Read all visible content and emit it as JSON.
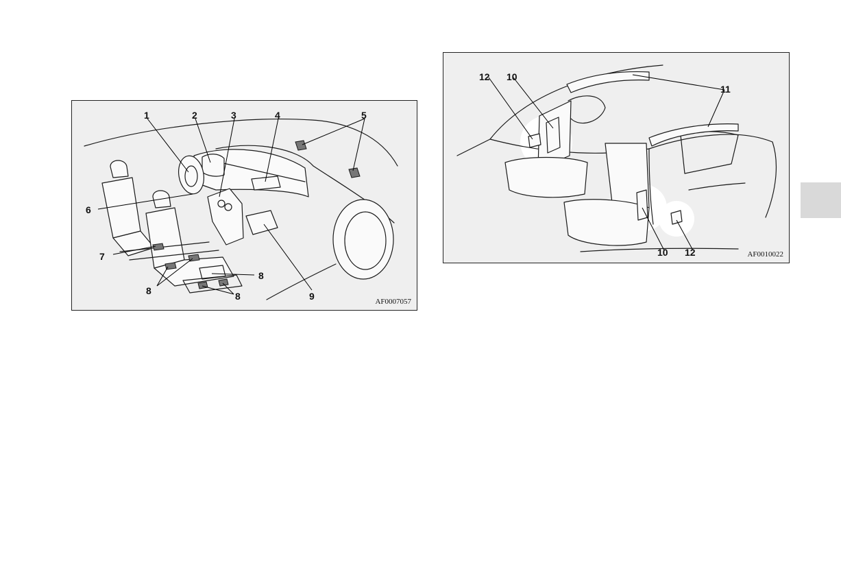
{
  "figures": [
    {
      "id": "front",
      "code": "AF0007057",
      "callouts": [
        "1",
        "2",
        "3",
        "4",
        "5",
        "6",
        "7",
        "8",
        "8",
        "8",
        "9"
      ]
    },
    {
      "id": "side",
      "code": "AF0010022",
      "callouts": [
        "12",
        "10",
        "11",
        "10",
        "12"
      ]
    }
  ],
  "colors": {
    "figure_bg": "#efefef",
    "side_tab": "#d9d9d9",
    "line": "#1a1a1a"
  }
}
